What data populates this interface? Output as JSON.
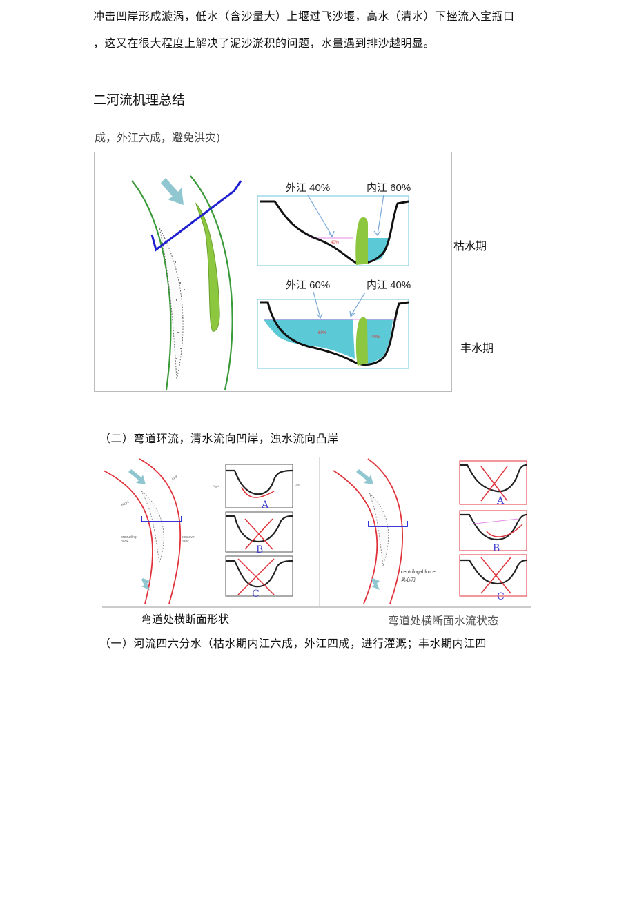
{
  "paragraph": {
    "line1": "冲击凹岸形成漩涡，低水（含沙量大）上堰过飞沙堰，高水（清水）下挫流入宝瓶口",
    "line2": "，这又在很大程度上解决了泥沙淤积的问题，水量遇到排沙越明显。"
  },
  "section_title": "二河流机理总结",
  "caption_fragment": "成，外江六成，避免洪灾)",
  "figure1": {
    "dry": {
      "outer_label": "外江 40%",
      "inner_label": "内江 60%",
      "outer_small": "40%",
      "period_label": "枯水期"
    },
    "flood": {
      "outer_label": "外江 60%",
      "inner_label": "内江 40%",
      "outer_small": "60%",
      "inner_small": "40%",
      "period_label": "丰水期"
    }
  },
  "heading2": "（二）弯道环流，清水流向凹岸，浊水流向凸岸",
  "figure2": {
    "left": {
      "right_label": "Right",
      "left_label": "Left",
      "protruding_bank": [
        "protruding",
        "bank"
      ],
      "concave_bank": [
        "concave",
        "bank"
      ],
      "cs_right": "Right",
      "cs_left": "Left",
      "options": [
        "A",
        "B",
        "C"
      ],
      "caption": "弯道处横断面形状"
    },
    "right": {
      "centrifugal_en": "centrifugal force",
      "centrifugal_zh": "离心力",
      "options": [
        "A",
        "B",
        "C"
      ],
      "caption": "弯道处横断面水流状态"
    }
  },
  "heading1": "（一）河流四六分水（枯水期内江六成，外江四成，进行灌溉；丰水期内江四",
  "colors": {
    "river_bank": "#3a9a3a",
    "blue_line": "#1f1fcf",
    "island": "#8dc63f",
    "water": "#5cc9d6",
    "red": "#e0323a",
    "arrow": "#8fc6cf"
  }
}
